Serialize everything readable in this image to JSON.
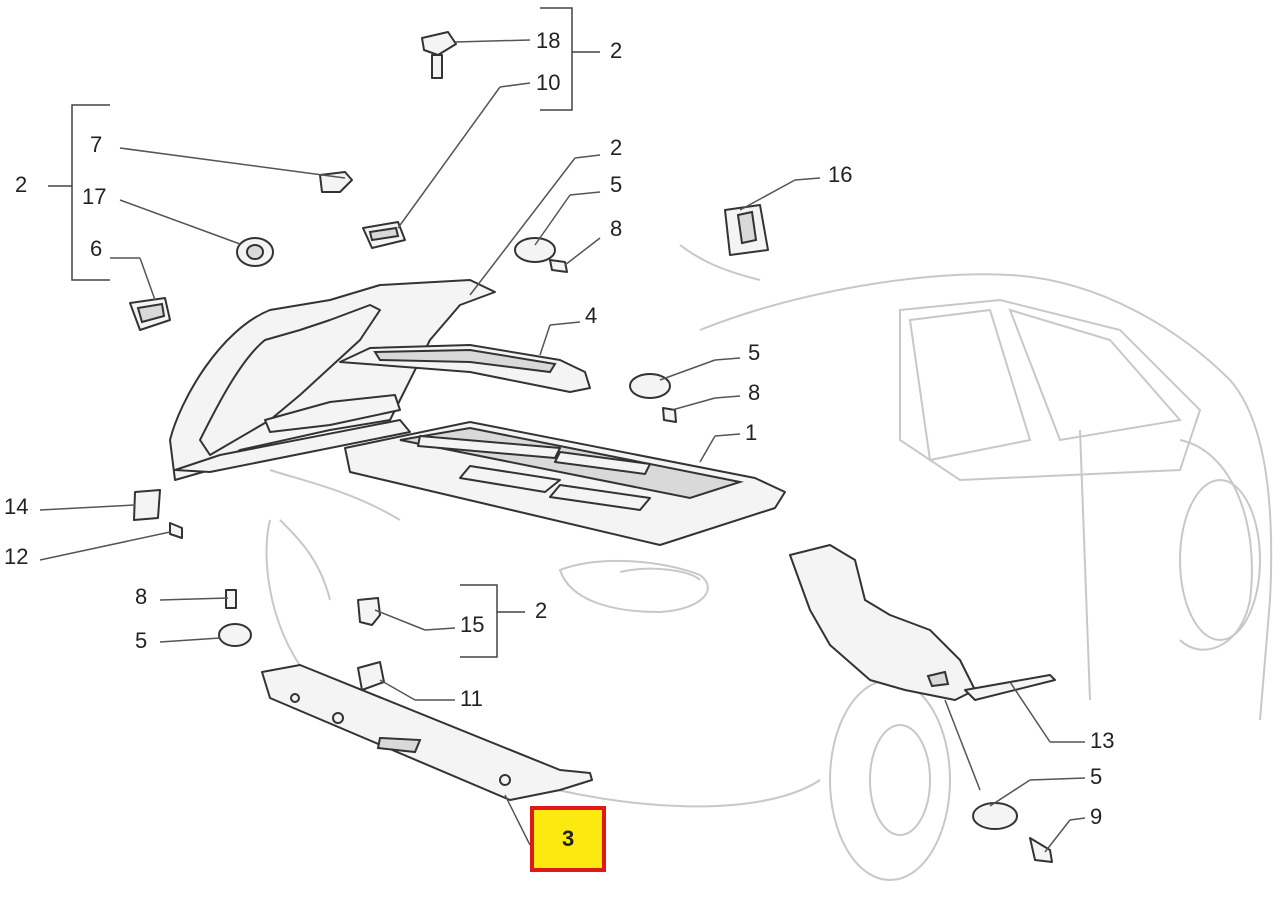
{
  "callouts": {
    "c18": "18",
    "c10": "10",
    "c2_top": "2",
    "c7": "7",
    "c17": "17",
    "c6": "6",
    "c2_left": "2",
    "c2_shelf": "2",
    "c5_a": "5",
    "c8_a": "8",
    "c16": "16",
    "c4": "4",
    "c5_b": "5",
    "c8_b": "8",
    "c1": "1",
    "c14": "14",
    "c12": "12",
    "c8_c": "8",
    "c5_c": "5",
    "c15": "15",
    "c2_mid": "2",
    "c11": "11",
    "c13": "13",
    "c5_d": "5",
    "c9": "9",
    "c3": "3"
  },
  "colors": {
    "highlight_fill": "#fbe90f",
    "highlight_border": "#e01818"
  }
}
